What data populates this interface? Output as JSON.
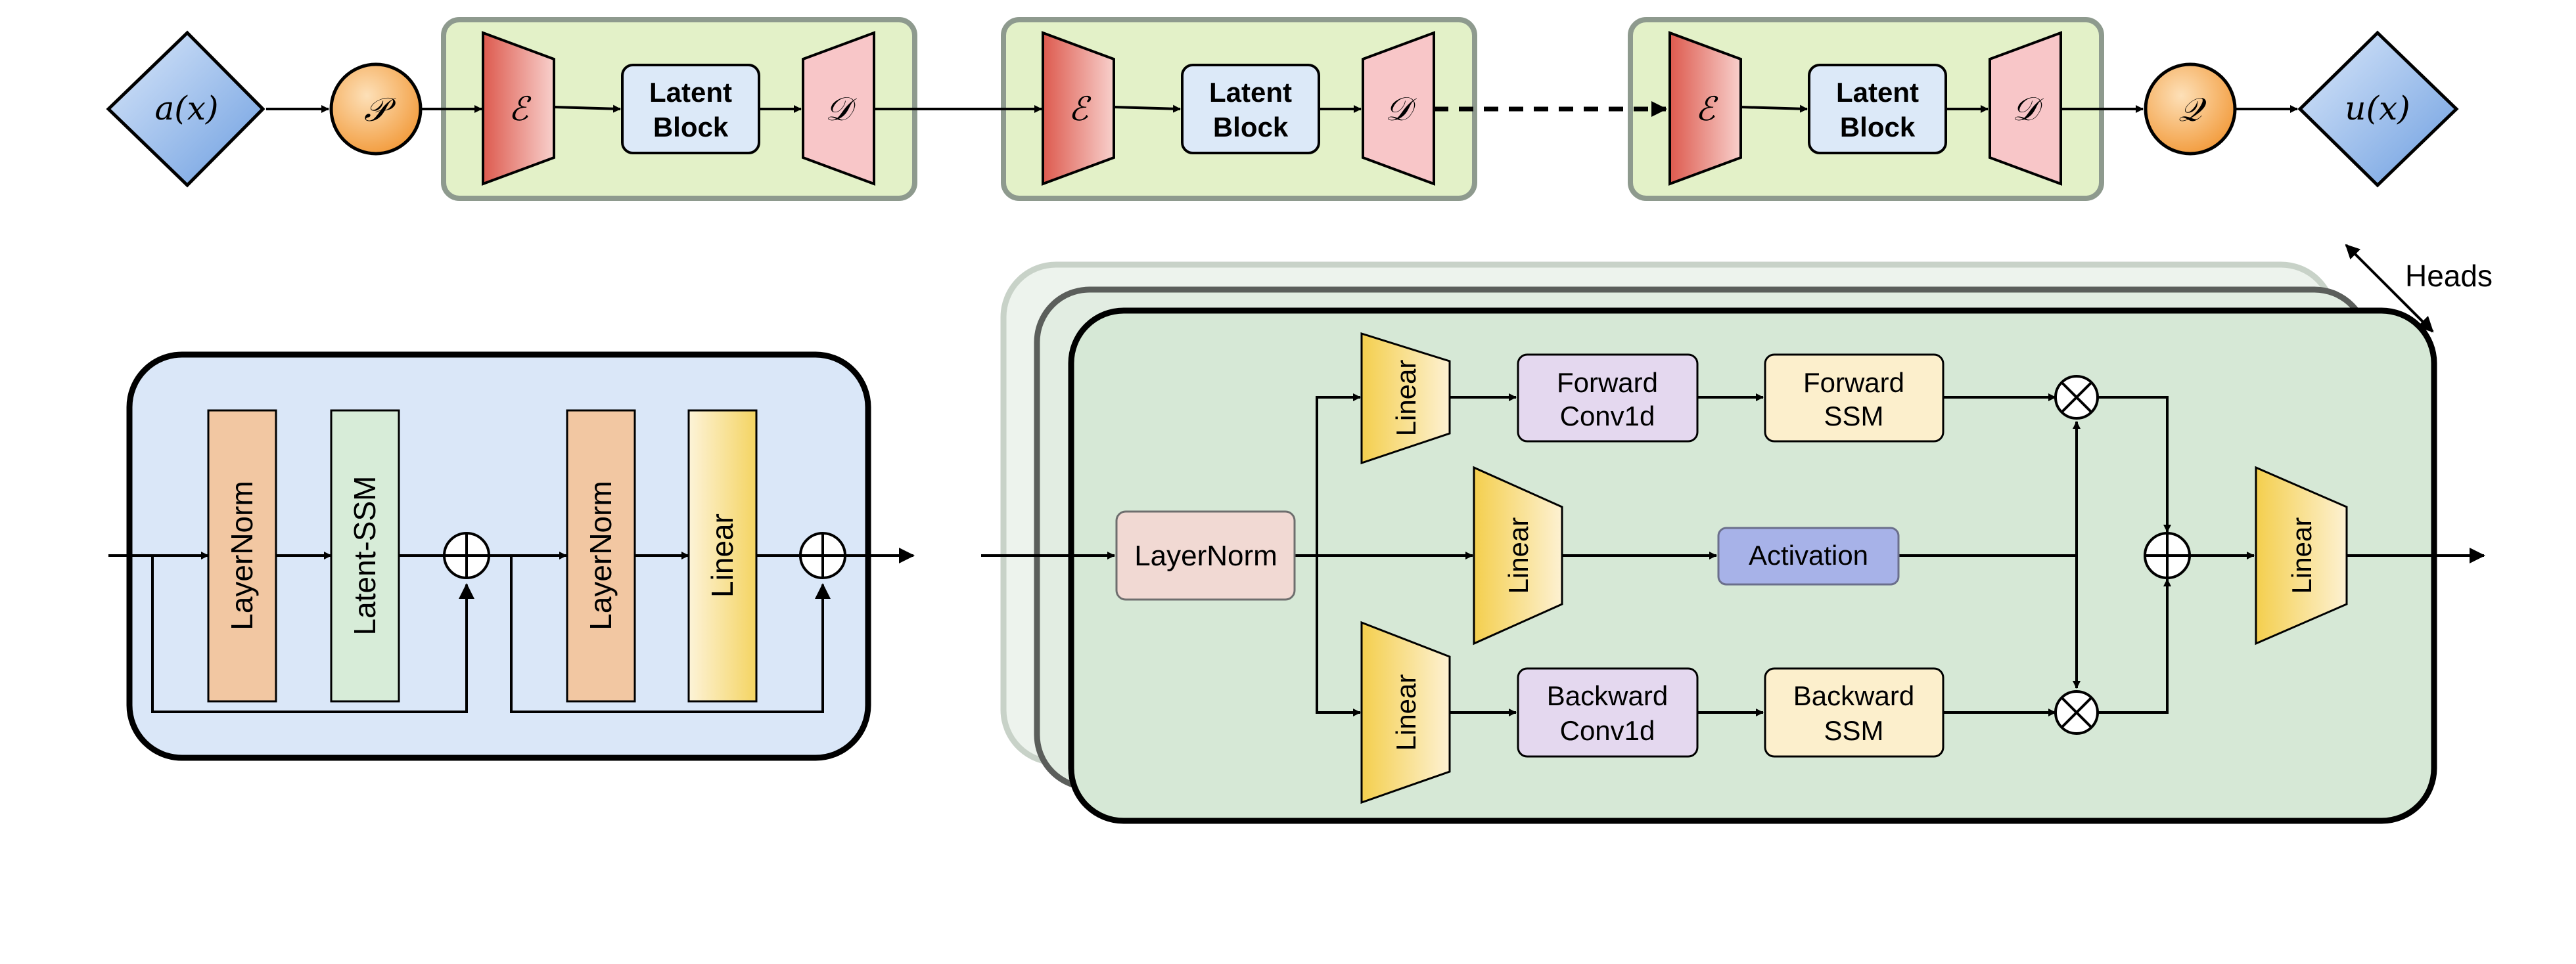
{
  "pipeline": {
    "input_label": "a(x)",
    "lift_label": "𝒫",
    "encoder_label": "ℰ",
    "latent_block_line1": "Latent",
    "latent_block_line2": "Block",
    "decoder_label": "𝒟",
    "project_label": "𝒬",
    "output_label": "u(x)"
  },
  "latent_block": {
    "layernorm_label": "LayerNorm",
    "ssm_label": "Latent-SSM",
    "linear_label": "Linear"
  },
  "ssm_block": {
    "heads_label": "Heads",
    "layernorm_label": "LayerNorm",
    "linear_label": "Linear",
    "activation_label": "Activation",
    "forward_conv_line1": "Forward",
    "forward_conv_line2": "Conv1d",
    "forward_ssm_line1": "Forward",
    "forward_ssm_line2": "SSM",
    "backward_conv_line1": "Backward",
    "backward_conv_line2": "Conv1d",
    "backward_ssm_line1": "Backward",
    "backward_ssm_line2": "SSM"
  },
  "colors": {
    "diamond": "#a8c5ee",
    "circle": "#f6b266",
    "encoder": "#e36a5d",
    "decoder": "#f8c6c8",
    "latent_box": "#dce9f8",
    "green_panel": "#e3f1c8",
    "blue_panel": "#dae7f8",
    "layernorm_bar": "#f2c7a2",
    "ssm_bar": "#d7ecd8",
    "linear": "#f5d566",
    "ssm_panel": "#d6e8d6",
    "ln_box": "#f1d9d3",
    "conv_box": "#e4d8ef",
    "ssm_box": "#fcefcc",
    "activation_box": "#a7b2e8"
  }
}
